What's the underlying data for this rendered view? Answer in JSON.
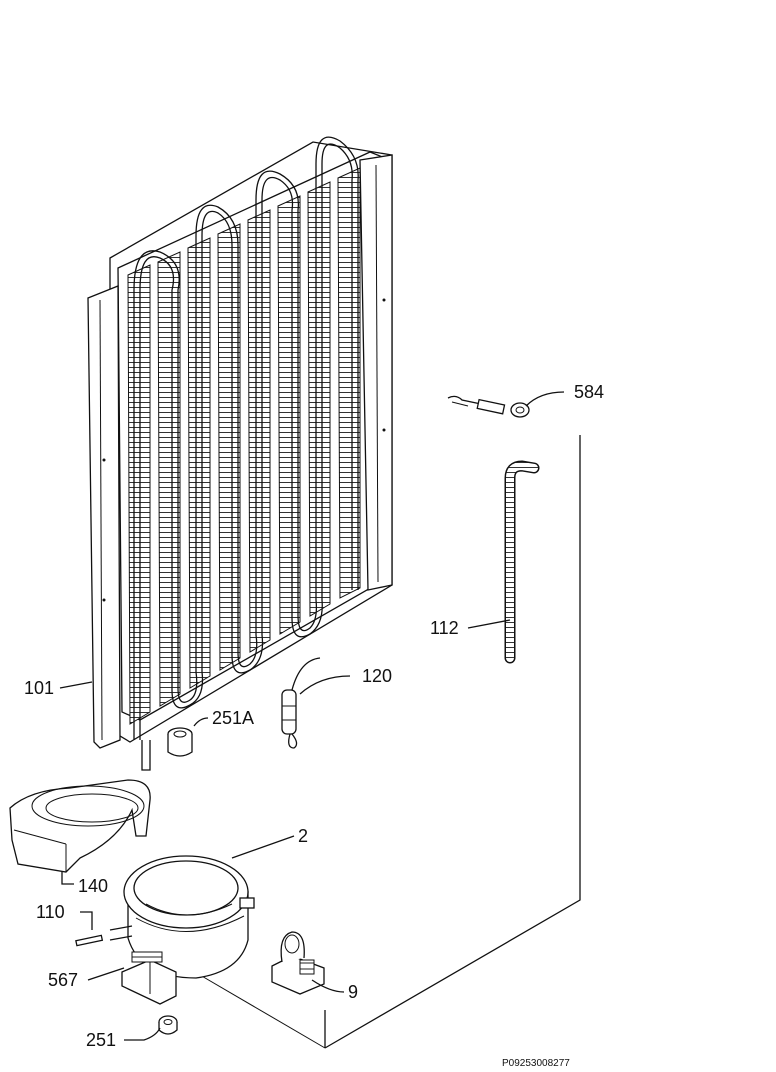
{
  "labels": {
    "p584": "584",
    "p112": "112",
    "p120": "120",
    "p101": "101",
    "p251a": "251A",
    "p2": "2",
    "p140": "140",
    "p110": "110",
    "p567": "567",
    "p9": "9",
    "p251": "251"
  },
  "reference_code": "P09253008277"
}
